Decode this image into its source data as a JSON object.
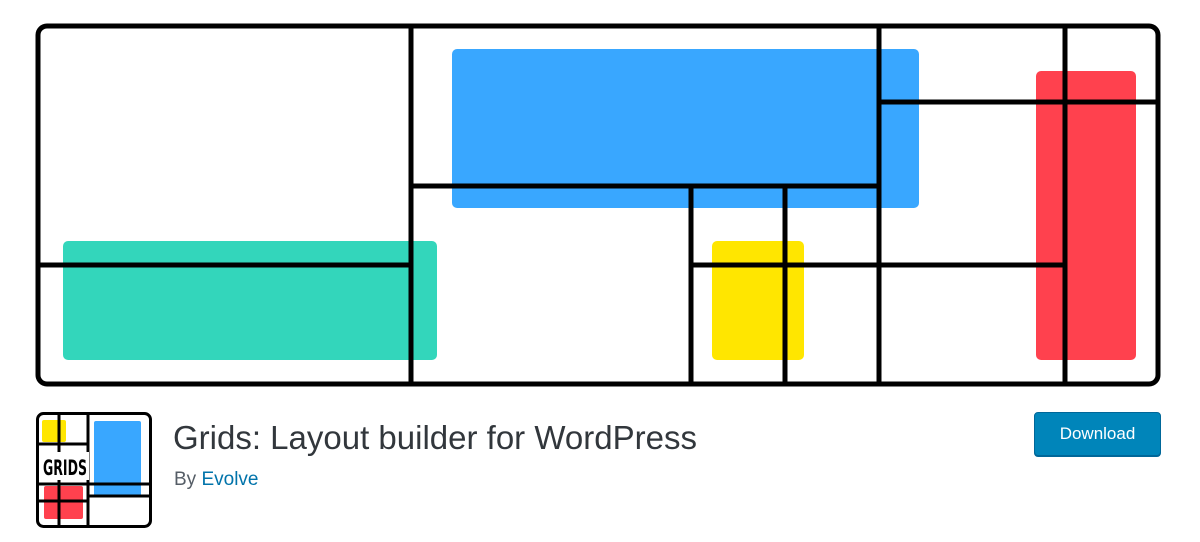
{
  "plugin": {
    "title": "Grids: Layout builder for WordPress",
    "byline_prefix": "By",
    "author": "Evolve",
    "download_label": "Download",
    "icon_text": "GRIDS"
  },
  "colors": {
    "banner_blue": "#39a7ff",
    "banner_teal": "#33d6bb",
    "banner_yellow": "#ffe600",
    "banner_red": "#ff414e",
    "grid_line": "#000000",
    "title_text": "#32373c",
    "link": "#0073aa",
    "button_bg": "#0085ba"
  },
  "icons": {
    "banner": "grid-layout-banner-illustration",
    "plugin_icon": "grids-logo-icon"
  }
}
